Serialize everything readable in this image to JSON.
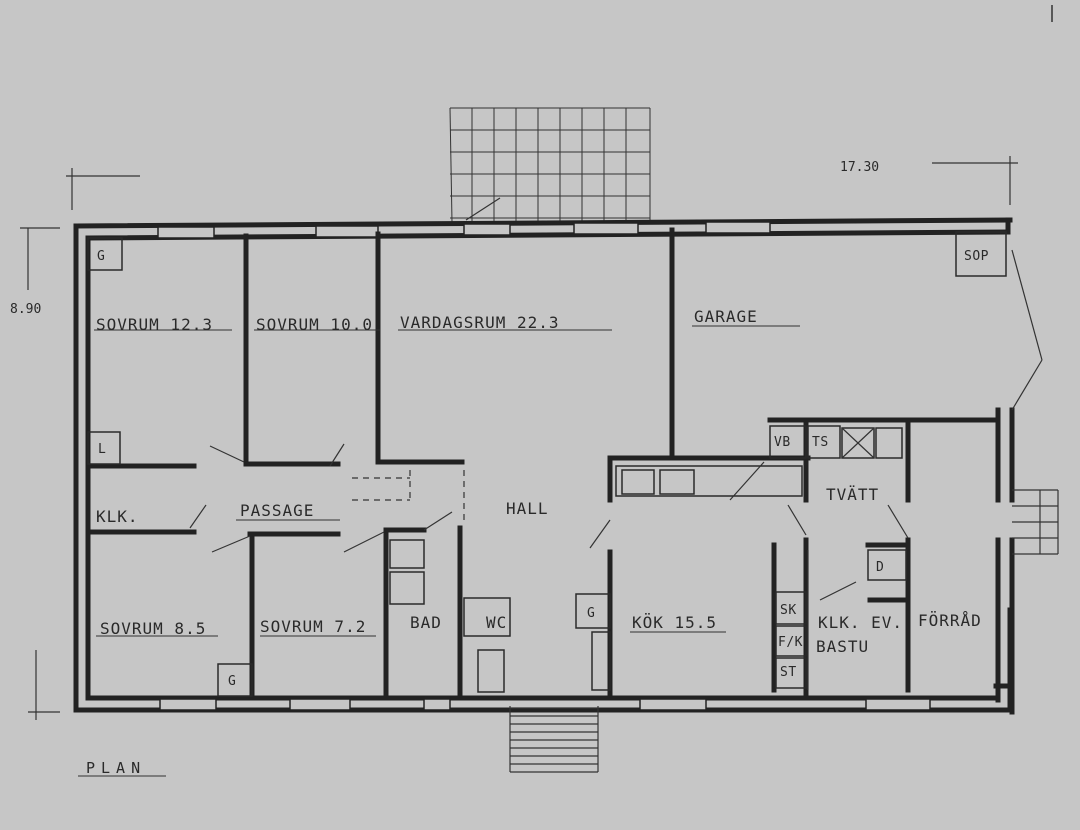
{
  "colors": {
    "paper": "#c6c6c6",
    "ink": "#222222"
  },
  "plan": {
    "title": "PLAN",
    "dimensions": {
      "width": "17.30",
      "depth": "8.90"
    },
    "rooms": {
      "sovrum_1": "SOVRUM 12.3",
      "sovrum_2": "SOVRUM 10.0",
      "vardagsrum": "VARDAGSRUM 22.3",
      "garage": "GARAGE",
      "klk_1": "KLK.",
      "passage": "PASSAGE",
      "hall": "HALL",
      "sovrum_3": "SOVRUM 8.5",
      "sovrum_4": "SOVRUM 7.2",
      "bad": "BAD",
      "wc": "WC",
      "kok": "KÖK 15.5",
      "tvatt": "TVÄTT",
      "klk_ev": "KLK. EV.",
      "bastu": "BASTU",
      "forrad": "FÖRRÅD"
    },
    "fixtures": {
      "g_1": "G",
      "g_2": "G",
      "g_3": "G",
      "l": "L",
      "sop": "SOP",
      "vb": "VB",
      "ts": "TS",
      "d": "D",
      "sk": "SK",
      "fk": "F/K",
      "st": "ST"
    }
  }
}
